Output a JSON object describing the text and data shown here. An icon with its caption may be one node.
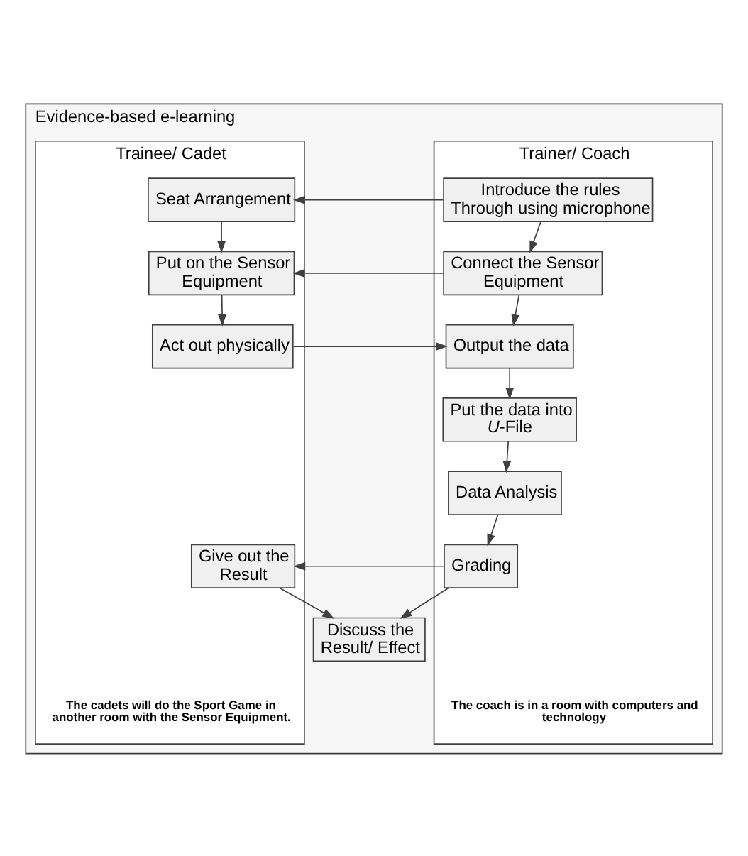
{
  "diagram": {
    "nodes": [
      {
        "text": [
          "Evidence-based e-learning"
        ]
      },
      {
        "text": [
          "Trainer/ Coach"
        ],
        "in": 0
      },
      {
        "text": [
          "Trainee/ Cadet"
        ],
        "in": 0
      },
      {
        "text": [
          "Introduce the rules Through using microphone"
        ],
        "in": 1
      },
      {
        "text": [
          "Seat Arrangement"
        ],
        "in": 2
      },
      {
        "text": [
          "Connect the Sensor Equipment"
        ],
        "in": 1
      },
      {
        "text": [
          "Put on the Sensor Equipment"
        ],
        "in": 2
      },
      {
        "text": [
          "Output the data"
        ],
        "in": 1
      },
      {
        "text": [
          "Act out physically"
        ],
        "in": 2
      },
      {
        "text": [
          "Put the data into *U*-File"
        ],
        "in": 1
      },
      {
        "text": [
          "Data Analysis"
        ],
        "in": 1
      },
      {
        "text": [
          "Grading"
        ],
        "in": 1
      },
      {
        "text": [
          "Give out the Result"
        ],
        "in": 2
      },
      {
        "text": [
          "Discuss the Result/ Effect"
        ],
        "in": 0
      }
    ],
    "edges": [
      {
        "from": 3,
        "to": 4,
        "arrow": "to"
      },
      {
        "from": 3,
        "to": 5,
        "arrow": "to"
      },
      {
        "from": 4,
        "to": 6,
        "arrow": "to"
      },
      {
        "from": 5,
        "to": 6,
        "arrow": "to"
      },
      {
        "from": 6,
        "to": 8,
        "arrow": "to"
      },
      {
        "from": 8,
        "to": 7,
        "arrow": "to"
      },
      {
        "from": 5,
        "to": 7,
        "arrow": "to"
      },
      {
        "from": 7,
        "to": 9,
        "arrow": "to"
      },
      {
        "from": 9,
        "to": 10,
        "arrow": "to"
      },
      {
        "from": 10,
        "to": 11,
        "arrow": "to"
      },
      {
        "from": 11,
        "to": 12,
        "arrow": "to"
      },
      {
        "from": 11,
        "to": 13,
        "arrow": "to"
      },
      {
        "from": 12,
        "to": 13,
        "arrow": "to"
      }
    ],
    "labels": [
      "The coach is in a room with computers and technology",
      "The cadets will do the Sport Game in another room with the Sensor Equipment."
    ]
  }
}
